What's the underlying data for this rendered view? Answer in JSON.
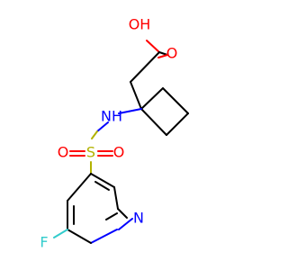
{
  "colors": {
    "carbon": "#000000",
    "oxygen": "#ff0000",
    "nitrogen": "#0000ff",
    "sulfur": "#b2b200",
    "fluorine": "#33cccc"
  },
  "atoms": {
    "hydroxyl": "OH",
    "carbonyl_o": "O",
    "amine": "NH",
    "sulfur": "S",
    "sulfonyl_o_left": "O",
    "sulfonyl_o_right": "O",
    "pyridine_n": "N",
    "fluorine": "F"
  }
}
